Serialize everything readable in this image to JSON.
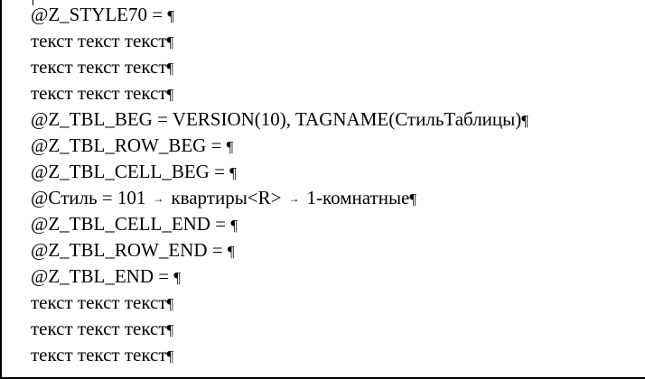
{
  "document": {
    "lines": [
      {
        "text": "@Z_STYLE70 = ",
        "mark": "¶"
      },
      {
        "text": "текст текст текст",
        "mark": "¶"
      },
      {
        "text": "текст текст текст",
        "mark": "¶"
      },
      {
        "text": "текст текст текст",
        "mark": "¶"
      },
      {
        "text": "@Z_TBL_BEG = VERSION(10), TAGNAME(СтильТаблицы)",
        "mark": "¶"
      },
      {
        "text": "@Z_TBL_ROW_BEG = ",
        "mark": "¶"
      },
      {
        "text": "@Z_TBL_CELL_BEG = ",
        "mark": "¶"
      },
      {
        "text_a": "@Стиль = 101",
        "tab1": "→",
        "text_b": "квартиры<R>",
        "tab2": "→",
        "text_c": "1-комнатные",
        "mark": "¶"
      },
      {
        "text": "@Z_TBL_CELL_END = ",
        "mark": "¶"
      },
      {
        "text": "@Z_TBL_ROW_END = ",
        "mark": "¶"
      },
      {
        "text": "@Z_TBL_END = ",
        "mark": "¶"
      },
      {
        "text": "текст текст текст",
        "mark": "¶"
      },
      {
        "text": "текст текст текст",
        "mark": "¶"
      },
      {
        "text": "текст текст текст",
        "mark": "¶"
      }
    ]
  }
}
